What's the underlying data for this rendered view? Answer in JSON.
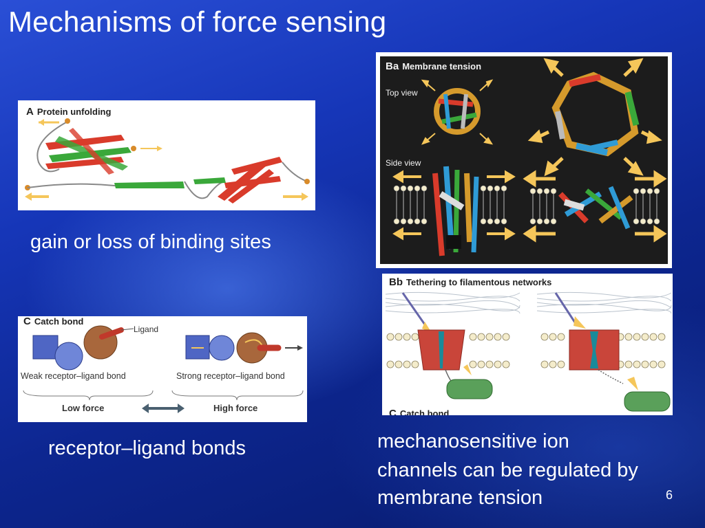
{
  "slide": {
    "title": "Mechanisms of force sensing",
    "page_number": "6"
  },
  "panels": {
    "a": {
      "letter": "A",
      "title": "Protein unfolding"
    },
    "ba": {
      "letter": "Ba",
      "title": "Membrane tension",
      "top_view": "Top view",
      "side_view": "Side view"
    },
    "bb": {
      "letter": "Bb",
      "title": "Tethering to filamentous networks",
      "footer_letter": "C",
      "footer_title": "Catch bond"
    },
    "c": {
      "letter": "C",
      "title": "Catch bond",
      "ligand": "Ligand",
      "weak": "Weak receptor–ligand bond",
      "strong": "Strong receptor–ligand bond",
      "low_force": "Low force",
      "high_force": "High force"
    }
  },
  "captions": {
    "binding_sites": "gain or loss of binding sites",
    "receptor_ligand": "receptor–ligand bonds",
    "ion_channels_1": "mechanosensitive ion",
    "ion_channels_2": "channels can be regulated by",
    "ion_channels_3": "membrane tension"
  },
  "colors": {
    "background": "#1636b8",
    "text": "#ffffff",
    "arrow_yellow": "#f5c65a",
    "strand_red": "#d93b2b",
    "strand_green": "#3aa83a",
    "helix_blue": "#2f9bd6",
    "helix_orange": "#d59a2c",
    "channel_red": "#c9453a",
    "receptor_blue": "#6f86d8",
    "ligand_brown": "#a8673c"
  }
}
